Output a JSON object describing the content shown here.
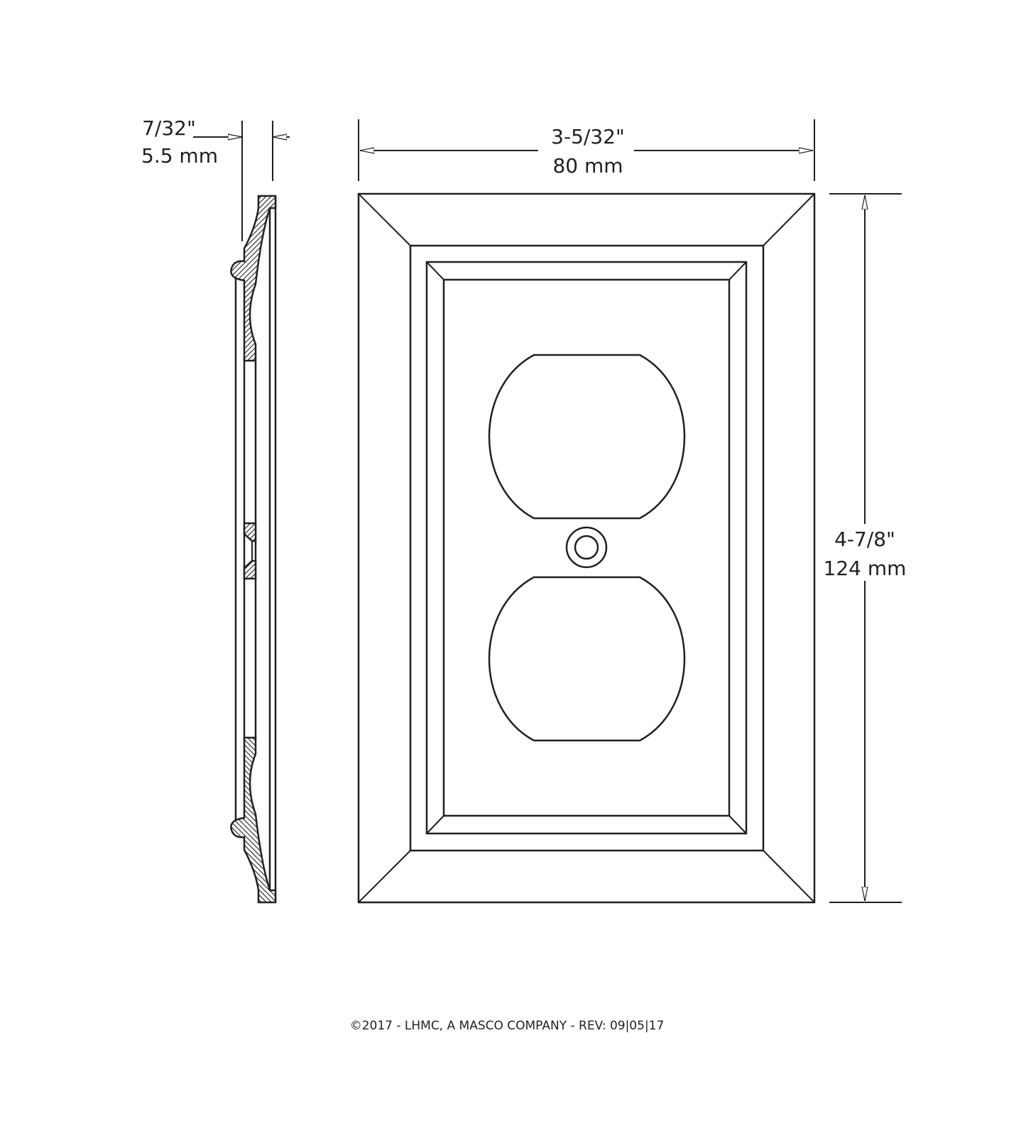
{
  "thickness": {
    "inches": "7/32\"",
    "mm": "5.5 mm"
  },
  "width": {
    "inches": "3-5/32\"",
    "mm": "80 mm"
  },
  "height": {
    "inches": "4-7/8\"",
    "mm": "124 mm"
  },
  "footer": "©2017 - LHMC, A MASCO COMPANY - REV: 09|05|17",
  "colors": {
    "line": "#231f20",
    "background": "#ffffff"
  }
}
